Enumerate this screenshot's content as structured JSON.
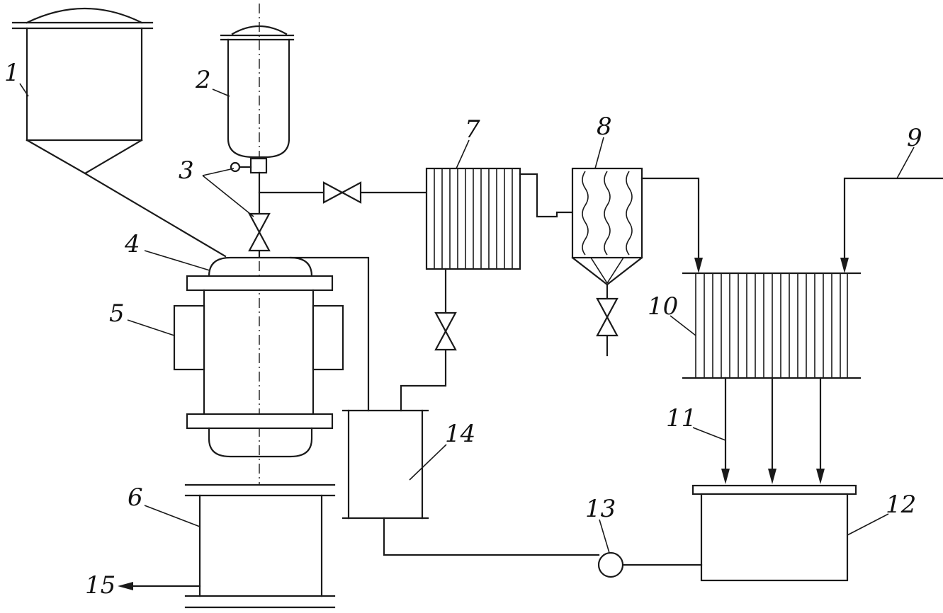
{
  "diagram": {
    "labels": {
      "l1": "1",
      "l2": "2",
      "l3": "3",
      "l4": "4",
      "l5": "5",
      "l6": "6",
      "l7": "7",
      "l8": "8",
      "l9": "9",
      "l10": "10",
      "l11": "11",
      "l12": "12",
      "l13": "13",
      "l14": "14",
      "l15": "15"
    },
    "colors": {
      "line": "#1a1a1a",
      "background": "#ffffff"
    }
  }
}
